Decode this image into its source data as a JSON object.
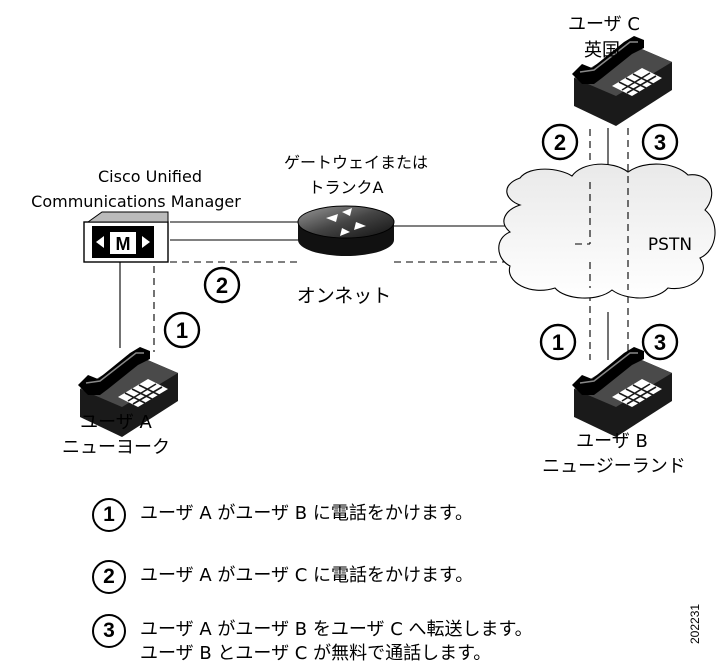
{
  "labels": {
    "cucm": [
      "Cisco Unified",
      "Communications Manager"
    ],
    "gateway": [
      "ゲートウェイまたは",
      "トランクA"
    ],
    "onnet": "オンネット",
    "pstn": "PSTN",
    "user_a": [
      "ユーザ A",
      "ニューヨーク"
    ],
    "user_b": [
      "ユーザ B",
      "ニュージーランド"
    ],
    "user_c": [
      "ユーザ C",
      "英国"
    ]
  },
  "badges": [
    "1",
    "2",
    "3"
  ],
  "legend": [
    {
      "num": "1",
      "lines": [
        "ユーザ A がユーザ B に電話をかけます。"
      ]
    },
    {
      "num": "2",
      "lines": [
        "ユーザ A がユーザ C に電話をかけます。"
      ]
    },
    {
      "num": "3",
      "lines": [
        "ユーザ A がユーザ B をユーザ C へ転送します。",
        "ユーザ B とユーザ C が無料で通話します。"
      ]
    }
  ],
  "document_id": "202231",
  "cucm_icon_letter": "M"
}
